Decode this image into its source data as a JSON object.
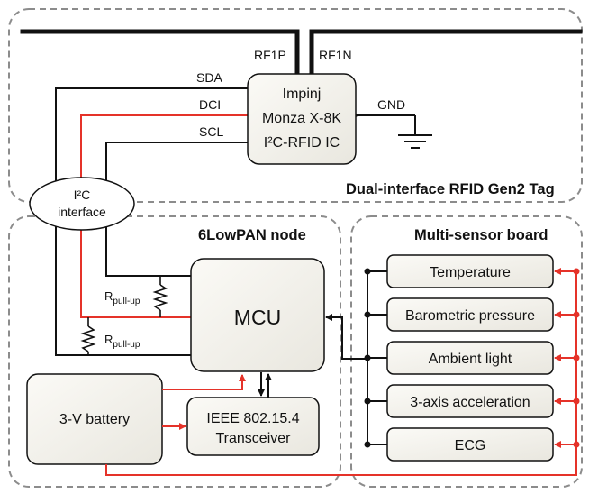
{
  "colors": {
    "red_wire": "#e53229",
    "black_wire": "#111111",
    "dashed_border": "#8c8c8c",
    "box_fill": "#f1f0ea"
  },
  "sections": {
    "rfid_tag": "Dual-interface RFID Gen2 Tag",
    "node": "6LowPAN node",
    "sensor_board": "Multi-sensor board"
  },
  "rfid_ic": {
    "line1": "Impinj",
    "line2": "Monza X-8K",
    "line3": "I²C-RFID IC"
  },
  "antenna": {
    "rf1p": "RF1P",
    "rf1n": "RF1N"
  },
  "ground": "GND",
  "wires": {
    "sda": "SDA",
    "dci": "DCI",
    "scl": "SCL"
  },
  "i2c_interface": {
    "line1": "I²C",
    "line2": "interface"
  },
  "resistor": {
    "label": "R",
    "subscript": "pull-up"
  },
  "mcu": "MCU",
  "battery": "3-V battery",
  "transceiver": {
    "line1": "IEEE 802.15.4",
    "line2": "Transceiver"
  },
  "sensors": [
    "Temperature",
    "Barometric pressure",
    "Ambient light",
    "3-axis acceleration",
    "ECG"
  ]
}
